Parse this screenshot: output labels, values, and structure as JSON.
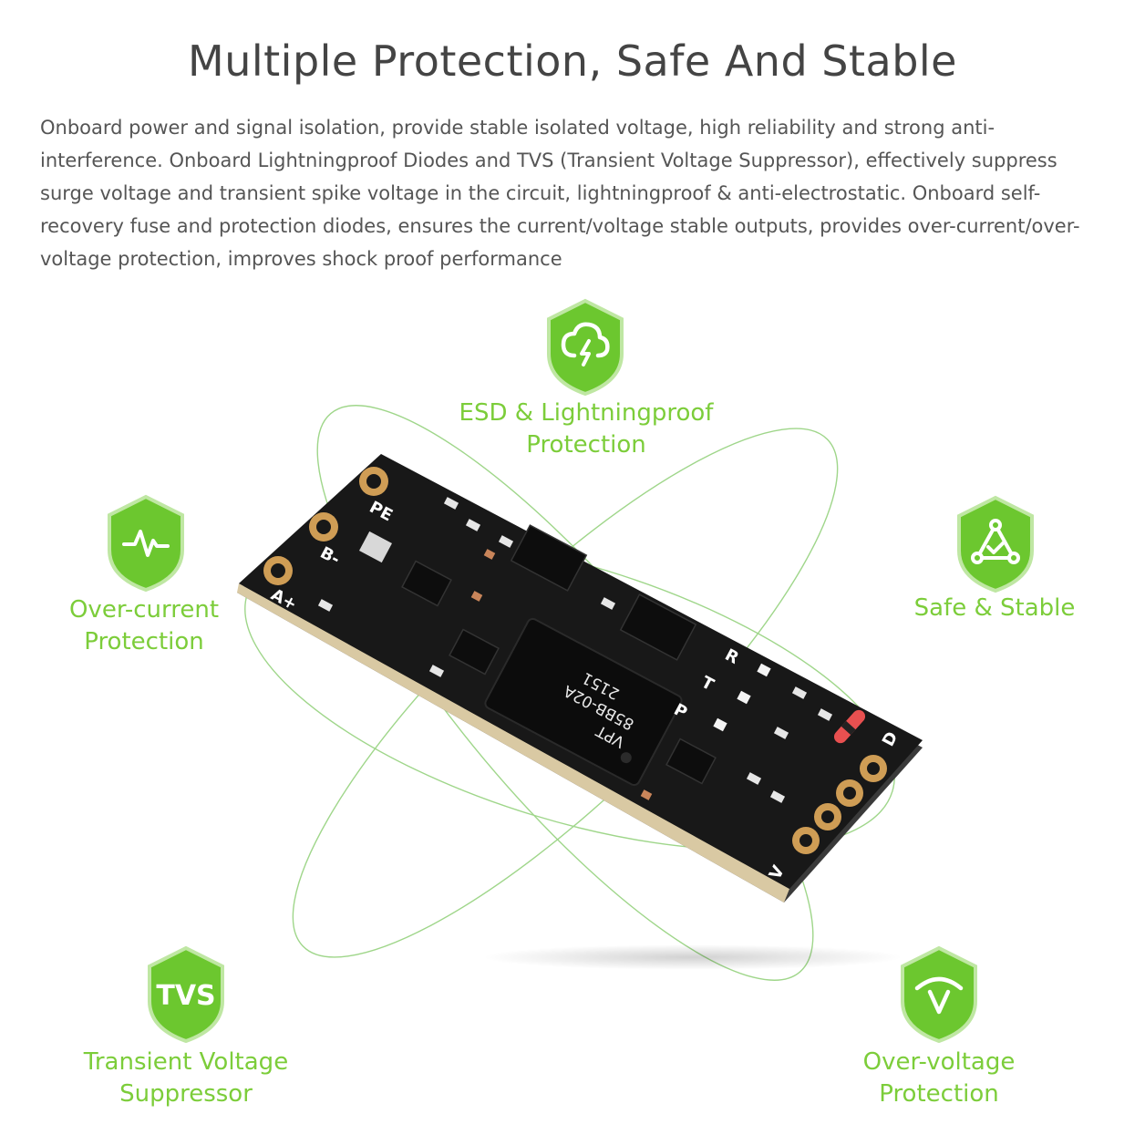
{
  "heading": "Multiple Protection, Safe And Stable",
  "description": "Onboard power and signal isolation, provide stable isolated voltage, high reliability and strong anti-interference. Onboard Lightningproof Diodes and TVS (Transient Voltage Suppressor), effectively suppress surge voltage and transient spike voltage in the circuit, lightningproof & anti-electrostatic. Onboard self-recovery fuse and protection diodes, ensures the current/voltage stable outputs, provides over-current/over-voltage protection, improves shock proof performance",
  "colors": {
    "accent": "#7ccd3a",
    "badge": "#6cc72f",
    "orbit": "#9fd68a",
    "board": "#1a1a1a"
  },
  "features": {
    "esd": {
      "line1": "ESD & Lightningproof",
      "line2": "Protection",
      "icon": "cloud-lightning-icon"
    },
    "overcurrent": {
      "line1": "Over-current",
      "line2": "Protection",
      "icon": "pulse-icon"
    },
    "safe": {
      "line1": "Safe & Stable",
      "icon": "triangle-nodes-icon"
    },
    "tvs": {
      "badge_text": "TVS",
      "line1": "Transient Voltage",
      "line2": "Suppressor"
    },
    "overvoltage": {
      "line1": "Over-voltage",
      "line2": "Protection",
      "icon": "v-signal-icon"
    }
  },
  "board": {
    "labels": {
      "pe": "PE",
      "b": "B-",
      "a": "A+",
      "r": "R",
      "t": "T",
      "p": "P",
      "d": "D",
      "v": "V",
      "chip": "VPT",
      "chip_model": "85BB-02A",
      "chip_code": "2151"
    }
  }
}
